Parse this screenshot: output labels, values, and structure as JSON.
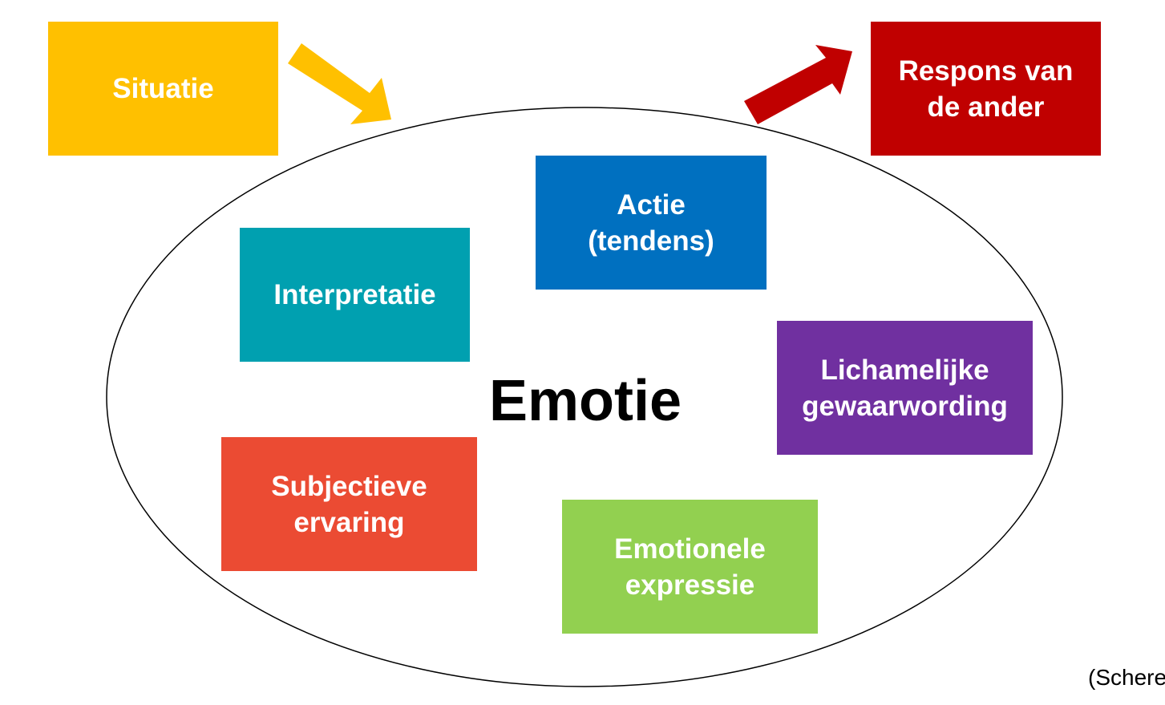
{
  "diagram": {
    "center_label": "Emotie",
    "citation": "(Schere",
    "nodes": {
      "situatie": {
        "label": "Situatie",
        "color": "#FFC000"
      },
      "respons": {
        "label": "Respons van\nde ander",
        "color": "#C00000"
      },
      "actie": {
        "label": "Actie\n(tendens)",
        "color": "#0070C0"
      },
      "interpretatie": {
        "label": "Interpretatie",
        "color": "#00A0B0"
      },
      "lichamelijke": {
        "label": "Lichamelijke\ngewaarwording",
        "color": "#7030A0"
      },
      "subjectieve": {
        "label": "Subjectieve\nervaring",
        "color": "#EB4B33"
      },
      "emotionele": {
        "label": "Emotionele\nexpressie",
        "color": "#92D050"
      }
    },
    "arrows": [
      {
        "from": "situatie",
        "to": "emotie",
        "color": "#FFC000"
      },
      {
        "from": "emotie",
        "to": "respons",
        "color": "#C00000"
      }
    ]
  }
}
